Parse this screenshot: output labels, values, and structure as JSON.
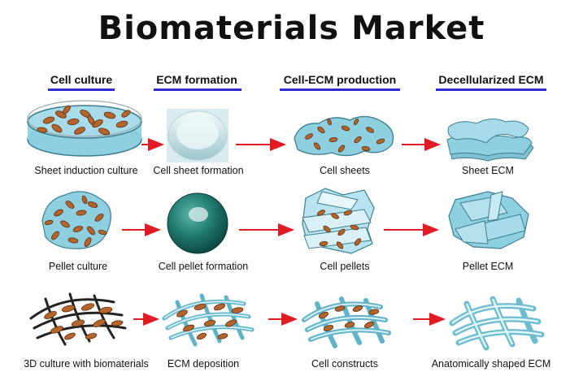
{
  "title": "Biomaterials Market",
  "headers": [
    "Cell culture",
    "ECM formation",
    "Cell-ECM production",
    "Decellularized ECM"
  ],
  "rows": [
    [
      "Sheet induction culture",
      "Cell sheet formation",
      "Cell sheets",
      "Sheet ECM"
    ],
    [
      "Pellet culture",
      "Cell pellet formation",
      "Cell pellets",
      "Pellet ECM"
    ],
    [
      "3D culture with biomaterials",
      "ECM deposition",
      "Cell constructs",
      "Anatomically shaped ECM"
    ]
  ],
  "colors": {
    "header_underline": "#2b2bd8",
    "arrow": "#e01b24",
    "ecm_blue": "#8ecfe0",
    "cell_brown": "#b5652b",
    "pellet_green": "#1f7a70"
  }
}
